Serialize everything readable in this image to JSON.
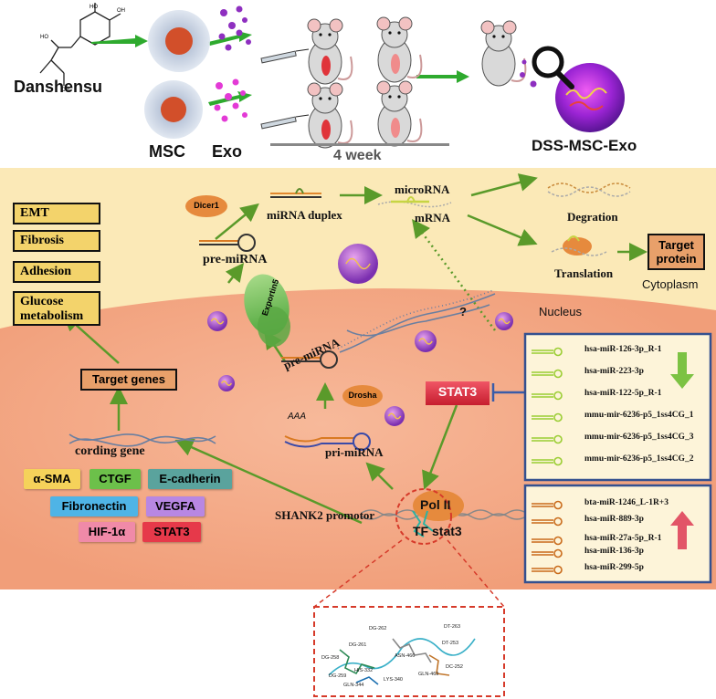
{
  "header": {
    "compound": "Danshensu",
    "cell": "MSC",
    "vesicle": "Exo",
    "duration": "4 week",
    "product": "DSS-MSC-Exo"
  },
  "pathway": {
    "dicer": "Dicer1",
    "duplex": "miRNA duplex",
    "microrna": "microRNA",
    "mrna": "mRNA",
    "degradation": "Degration",
    "translation": "Translation",
    "target_protein": "Target\nprotein",
    "cytoplasm": "Cytoplasm",
    "nucleus": "Nucleus",
    "pre_mirna_top": "pre-miRNA",
    "exportin": "Exportin5",
    "pre_mirna_mid": "pre-miRNA",
    "drosha": "Drosha",
    "aaa": "AAA",
    "pri_mirna": "pri-miRNA",
    "question": "?",
    "stat3": "STAT3",
    "pol": "Pol II",
    "tf": "TF stat3",
    "promotor": "SHANK2 promotor",
    "target_genes": "Target genes",
    "coding_gene": "cording gene"
  },
  "processes": [
    "EMT",
    "Fibrosis",
    "Adhesion",
    "Glucose\nmetabolism"
  ],
  "markers": [
    {
      "label": "α-SMA",
      "color": "#f5d25a"
    },
    {
      "label": "CTGF",
      "color": "#6cc04a"
    },
    {
      "label": "E-cadherin",
      "color": "#5aa39d"
    },
    {
      "label": "Fibronectin",
      "color": "#4fb4e6"
    },
    {
      "label": "VEGFA",
      "color": "#b887e3"
    },
    {
      "label": "HIF-1α",
      "color": "#f08aa8"
    },
    {
      "label": "STAT3",
      "color": "#e6394a"
    }
  ],
  "down_mirnas": [
    "hsa-miR-126-3p_R-1",
    "hsa-miR-223-3p",
    "hsa-miR-122-5p_R-1",
    "mmu-mir-6236-p5_1ss4CG_1",
    "mmu-mir-6236-p5_1ss4CG_3",
    "mmu-mir-6236-p5_1ss4CG_2"
  ],
  "up_mirnas": [
    "bta-miR-1246_L-1R+3",
    "hsa-miR-889-3p",
    "hsa-miR-27a-5p_R-1",
    "hsa-miR-136-3p",
    "hsa-miR-299-5p"
  ],
  "docking_residues": [
    "DG-262",
    "DG-261",
    "DT-263",
    "DG-259",
    "ASN-466",
    "DT-253",
    "DG-258",
    "HIS-332",
    "GLN-469",
    "DC-252",
    "GLN-344",
    "LYS-340"
  ],
  "colors": {
    "arrow": "#5a9a2a",
    "cytoplasm": "#fbe9b7",
    "nucleus": "#f4b98c",
    "down_arrow": "#7cc243",
    "up_arrow": "#e25567",
    "panel_border": "#34508f",
    "dash": "#d63a2a"
  }
}
